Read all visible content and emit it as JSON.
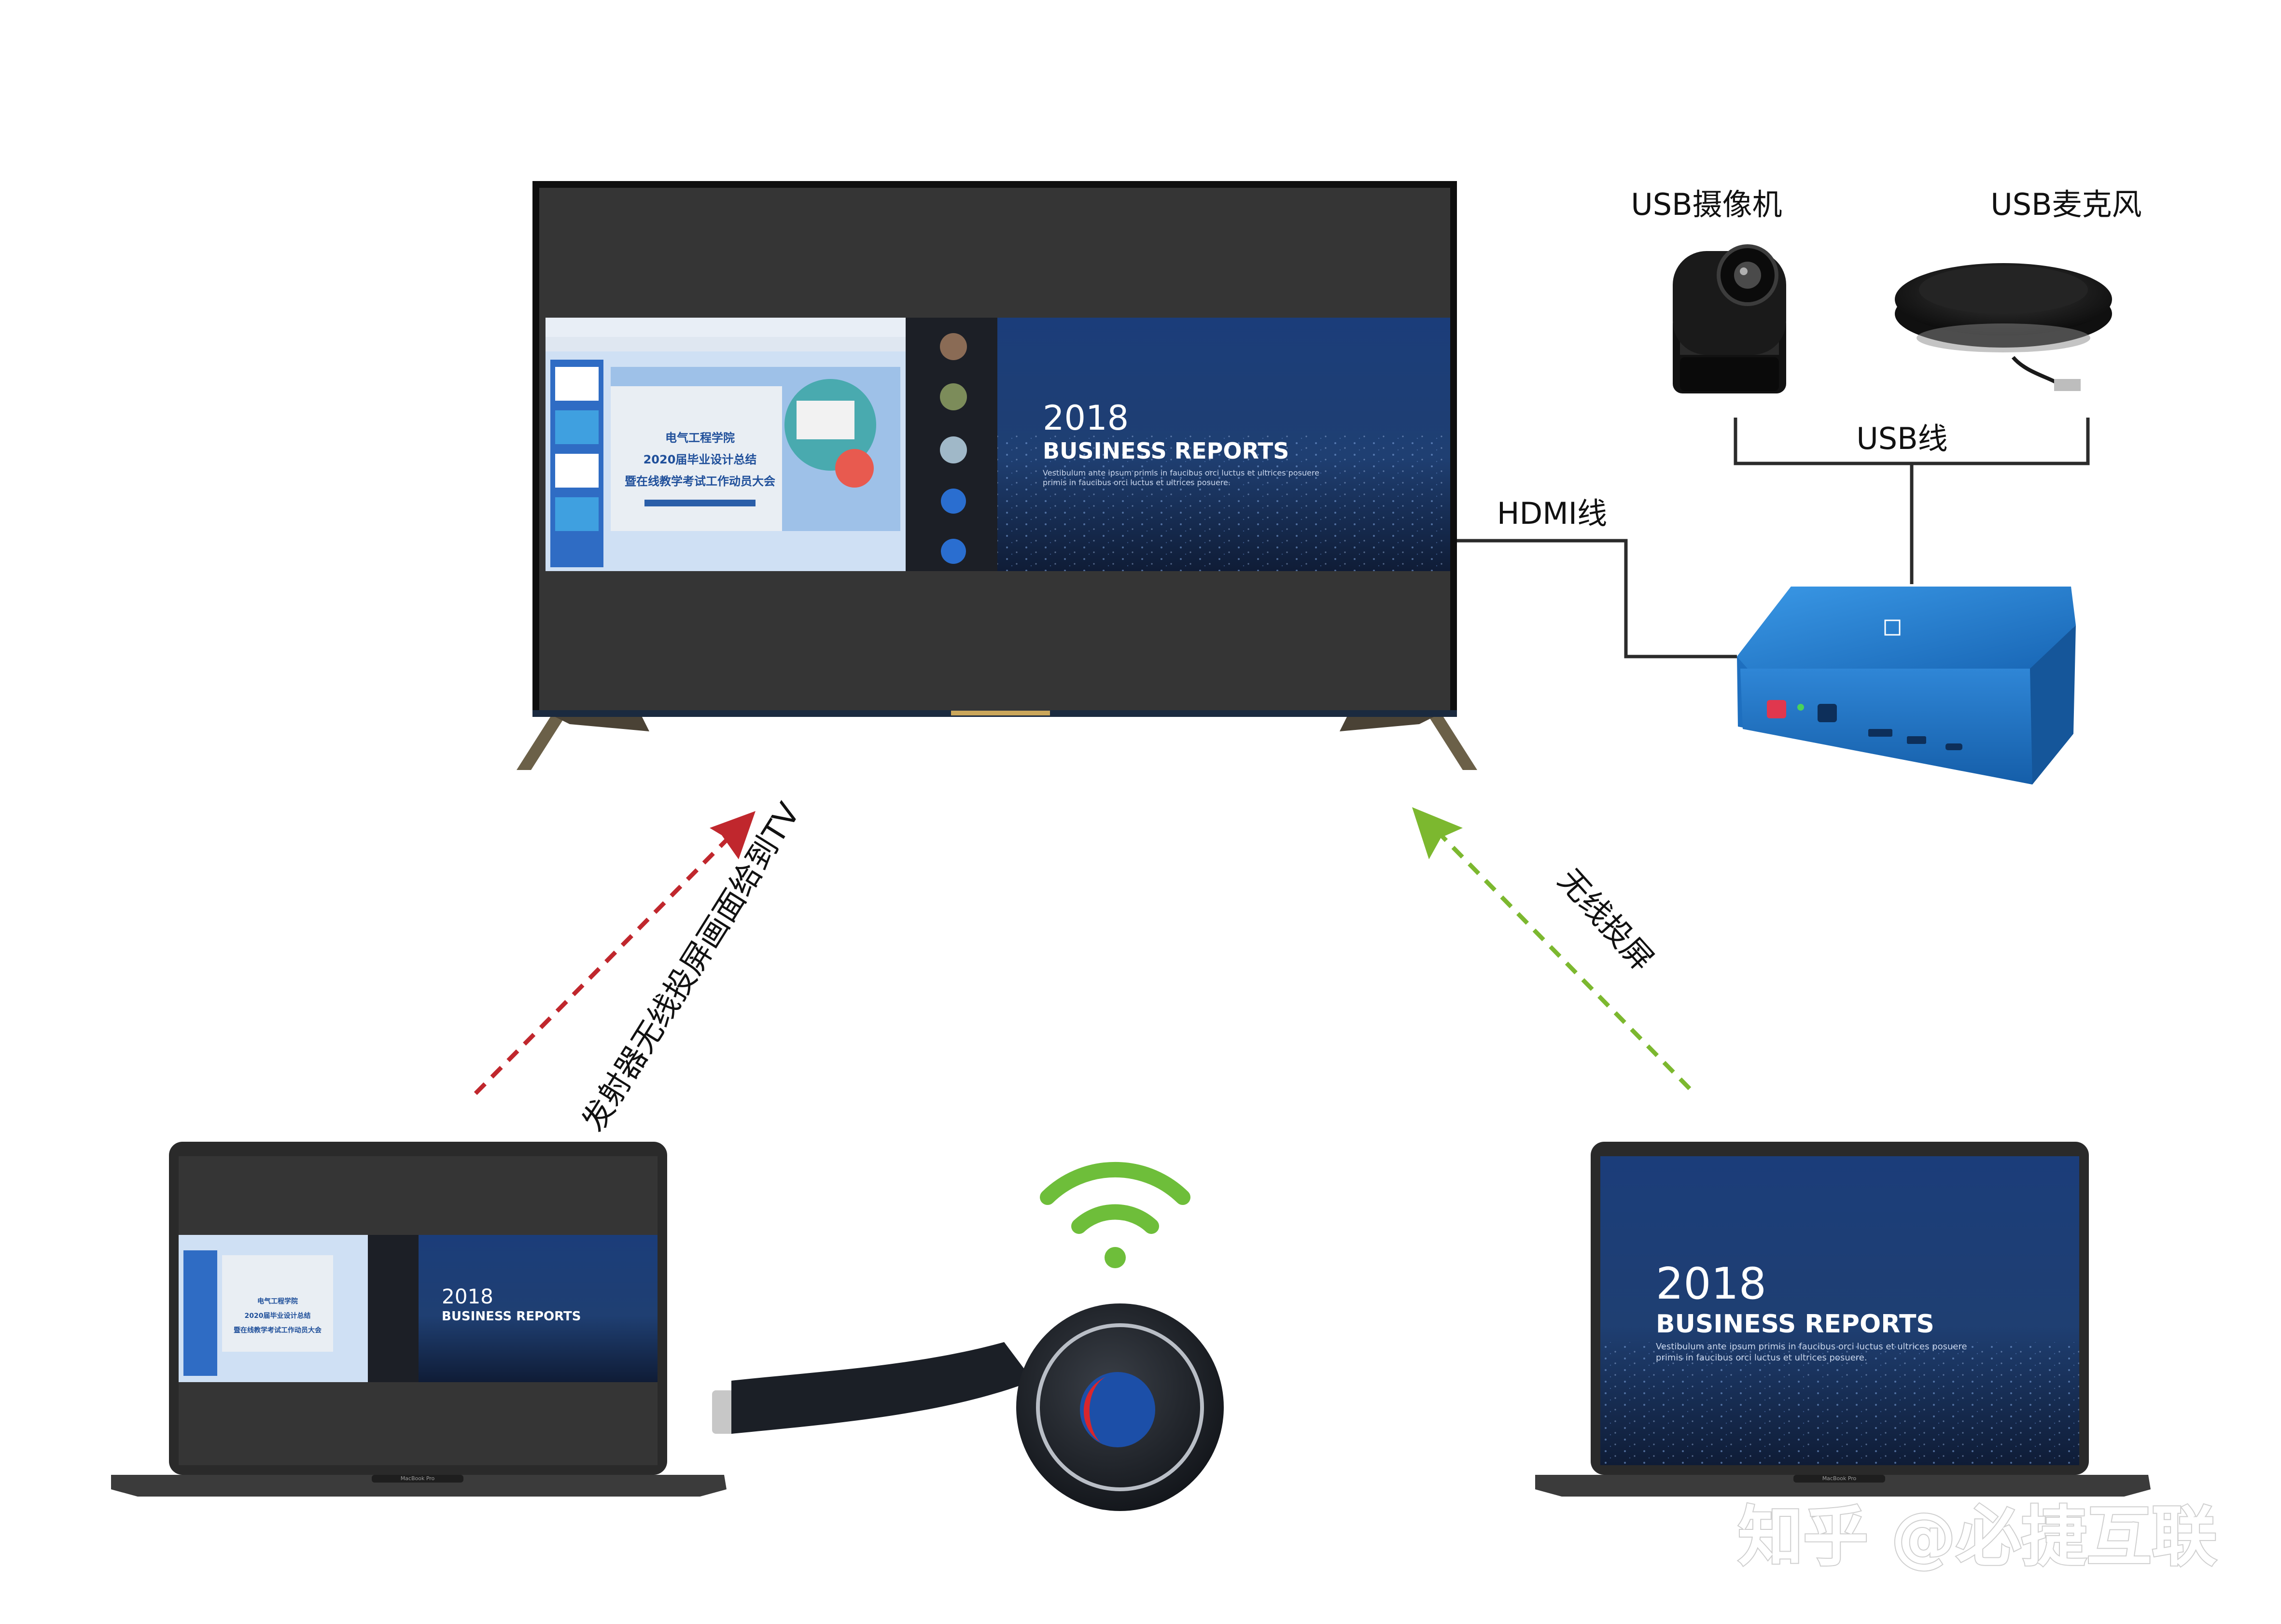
{
  "labels": {
    "usb_camera": "USB摄像机",
    "usb_mic": "USB麦克风",
    "usb_cable": "USB线",
    "hdmi_cable": "HDMI线",
    "transmitter_cast": "发射器无线投屏画面给到TV",
    "wireless_cast": "无线投屏"
  },
  "slide": {
    "year": "2018",
    "title": "BUSINESS REPORTS",
    "body_line1": "Vestibulum ante ipsum primis in faucibus orci luctus et ultrices posuere",
    "body_line2": "primis in faucibus orci luctus et ultrices posuere."
  },
  "doc": {
    "line1": "电气工程学院",
    "line2": "2020届毕业设计总结",
    "line3": "暨在线教学考试工作动员大会"
  },
  "laptop_brand": "MacBook Pro",
  "watermark": "知乎 @必捷互联",
  "colors": {
    "red_arrow": "#c0272d",
    "green_arrow": "#7cb82f",
    "wifi_green": "#6ebe3a",
    "box_blue": "#1e78c8",
    "screen_blue": "#1c3a6e"
  },
  "icons": {
    "wifi": "wifi-icon",
    "camera": "camera-icon",
    "microphone": "microphone-icon"
  }
}
